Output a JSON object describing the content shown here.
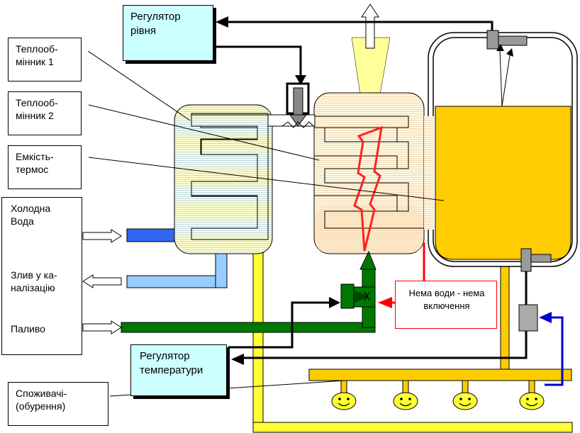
{
  "labels": {
    "level_regulator": "Регулятор рівня",
    "temperature_regulator": "Регулятор температури",
    "heat_exchanger_1": "Теплооб-мінник 1",
    "heat_exchanger_2": "Теплооб-мінник 2",
    "thermos_tank": "Емкість-термос",
    "cold_water": "Холодна Вода",
    "drain": "Злив у ка-налізацію",
    "fuel": "Паливо",
    "consumers": "Споживачі-(обурення)",
    "no_water_warning": "Нема води - нема включення"
  },
  "colors": {
    "regulator_fill": "#ccffff",
    "tank_fill": "#ffcc00",
    "fuel_pipe": "#007700",
    "cold_water_pipe": "#3366ee",
    "drain_pipe": "#99ccff",
    "hot_pipe": "#ffff33",
    "flame": "#ff2222",
    "warning_line": "#ff0000",
    "chimney": "#ffff99",
    "signal_blue": "#0000cc"
  },
  "icons": {
    "consumer": "smiley-face-icon",
    "valve": "valve-icon",
    "flame": "flame-icon",
    "sensor": "sensor-icon"
  }
}
